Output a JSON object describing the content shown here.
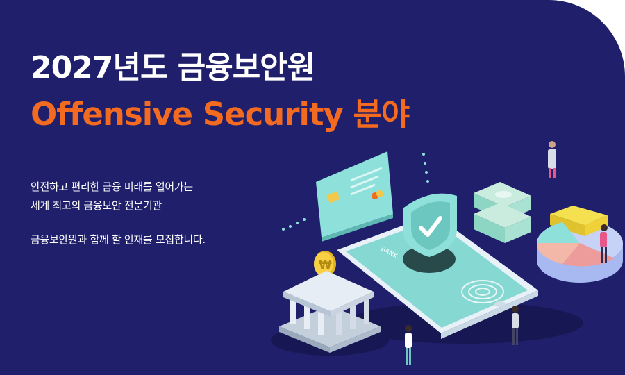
{
  "headline": {
    "line1": "2027년도 금융보안원",
    "line2": "Offensive Security 분야"
  },
  "description": {
    "line1": "안전하고 편리한 금융 미래를 열어가는",
    "line2": "세계 최고의 금융보안 전문기관",
    "line3": "금융보안원과 함께 할 인재를 모집합니다."
  },
  "illustration": {
    "phone_label": "BANK",
    "coin_symbol": "₩"
  },
  "colors": {
    "background": "#1f1f6b",
    "title": "#ffffff",
    "accent": "#f26b21",
    "card": "#8ee0db",
    "phone_screen": "#86d8d2"
  }
}
